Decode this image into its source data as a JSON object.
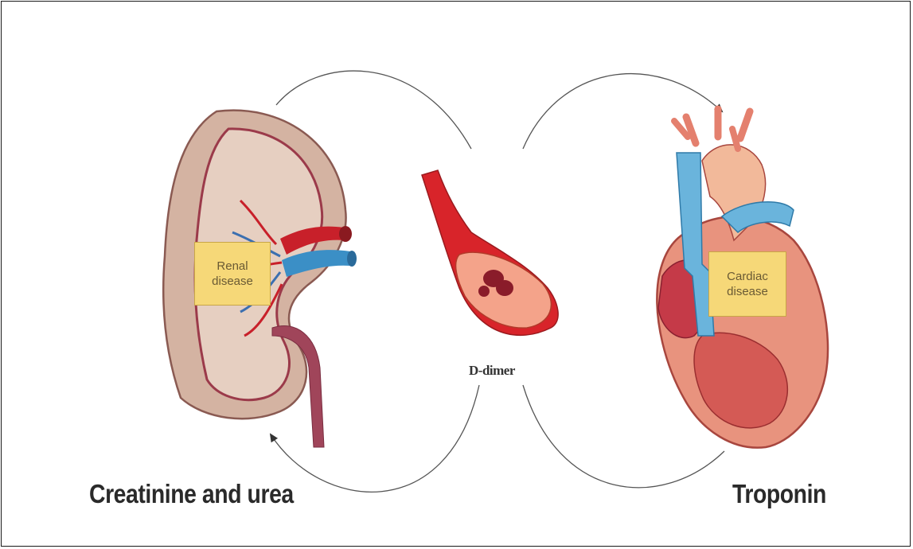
{
  "organs": {
    "kidney": {
      "label": "Renal\ndisease",
      "icon": "kidney-illustration"
    },
    "vessel": {
      "icon": "blood-vessel-illustration"
    },
    "heart": {
      "label": "Cardiac\ndisease",
      "icon": "heart-illustration"
    }
  },
  "biomarkers": {
    "left": "Creatinine and urea",
    "center": "D-dimer",
    "right": "Troponin"
  },
  "colors": {
    "label_fill": "#f6d878",
    "label_text": "#6a5a34",
    "kidney_fill": "#d4b3a2",
    "artery": "#c8202a",
    "vein": "#3b8fc6",
    "arrow": "#333333"
  }
}
